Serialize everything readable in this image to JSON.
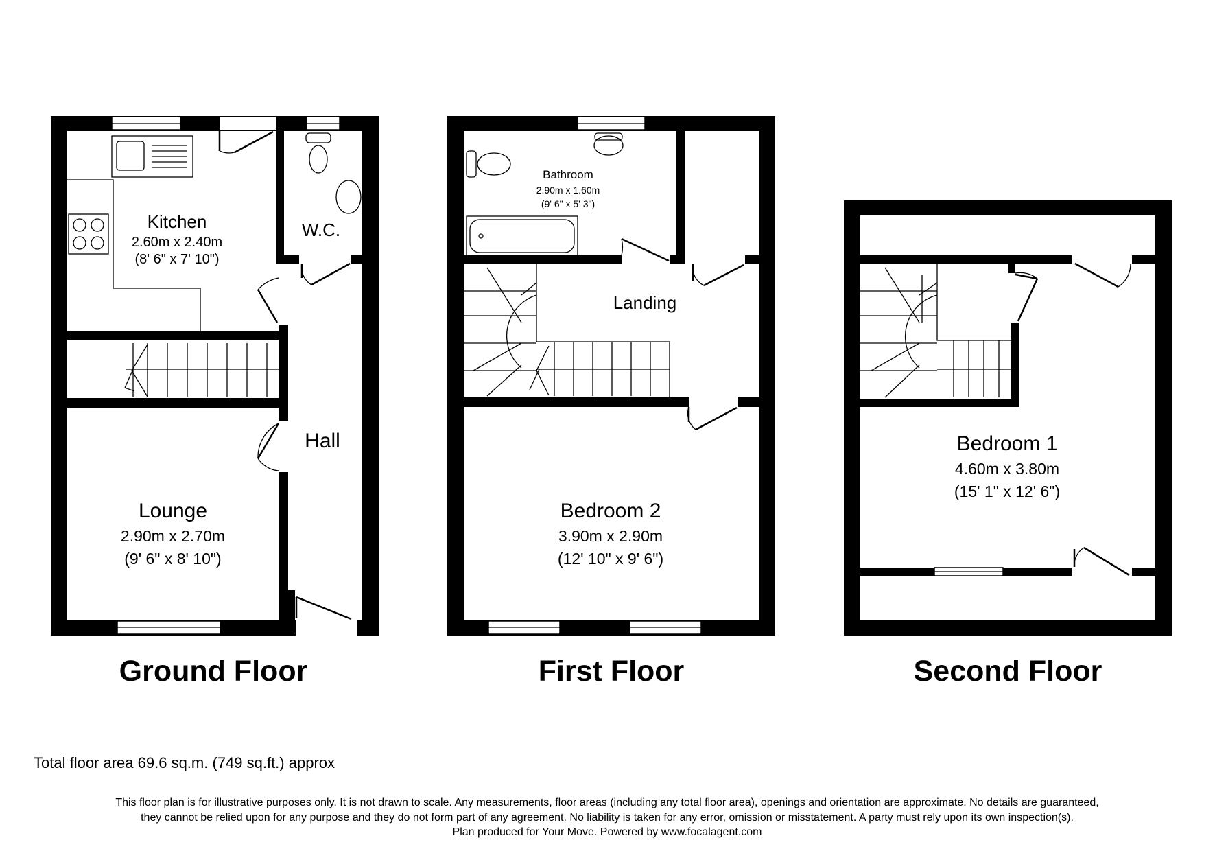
{
  "floors": {
    "ground": {
      "title": "Ground Floor",
      "kitchen": {
        "name": "Kitchen",
        "dim_m": "2.60m x 2.40m",
        "dim_ft": "(8' 6\" x 7' 10\")"
      },
      "wc": {
        "name": "W.C."
      },
      "hall": {
        "name": "Hall"
      },
      "lounge": {
        "name": "Lounge",
        "dim_m": "2.90m x 2.70m",
        "dim_ft": "(9' 6\" x 8' 10\")"
      }
    },
    "first": {
      "title": "First Floor",
      "bathroom": {
        "name": "Bathroom",
        "dim_m": "2.90m x 1.60m",
        "dim_ft": "(9' 6\" x 5' 3\")"
      },
      "landing": {
        "name": "Landing"
      },
      "bedroom2": {
        "name": "Bedroom 2",
        "dim_m": "3.90m x 2.90m",
        "dim_ft": "(12' 10\" x 9' 6\")"
      }
    },
    "second": {
      "title": "Second Floor",
      "bedroom1": {
        "name": "Bedroom 1",
        "dim_m": "4.60m x 3.80m",
        "dim_ft": "(15' 1\" x 12' 6\")"
      }
    }
  },
  "total_area": "Total floor area 69.6 sq.m. (749 sq.ft.) approx",
  "disclaimer": {
    "line1": "This floor plan is for illustrative purposes only. It is not drawn to scale. Any measurements, floor areas (including any total floor area), openings and orientation are approximate. No details are guaranteed,",
    "line2": "they cannot be relied upon for any purpose and they do not form part of any agreement. No liability is taken for any error, omission or misstatement. A party must rely upon its own inspection(s).",
    "line3": "Plan produced for Your Move. Powered by www.focalagent.com"
  }
}
